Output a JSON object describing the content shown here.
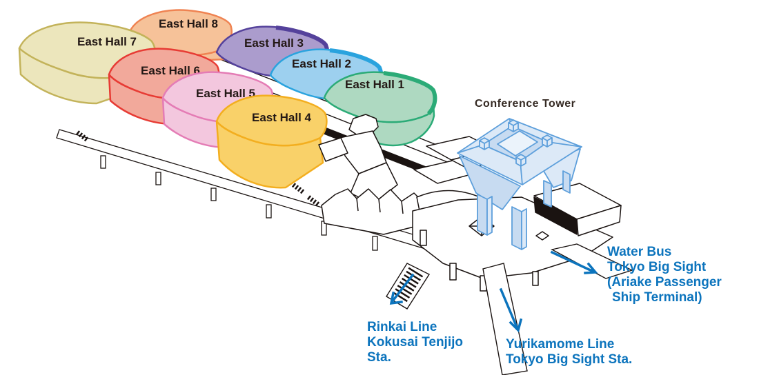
{
  "canvas": {
    "background": "#ffffff"
  },
  "accent": {
    "transit_blue": "#0c74bd",
    "label_dark": "#231815",
    "outline_black": "#1a1311",
    "white": "#ffffff"
  },
  "halls": [
    {
      "id": "east-hall-1",
      "label": "East Hall 1",
      "fill": "#aed9c1",
      "stroke": "#2bab77"
    },
    {
      "id": "east-hall-2",
      "label": "East Hall 2",
      "fill": "#9dd0ef",
      "stroke": "#2aa3de"
    },
    {
      "id": "east-hall-3",
      "label": "East Hall 3",
      "fill": "#ab9ccd",
      "stroke": "#54419b"
    },
    {
      "id": "east-hall-4",
      "label": "East Hall 4",
      "fill": "#f9d169",
      "stroke": "#f3ae1f"
    },
    {
      "id": "east-hall-5",
      "label": "East Hall 5",
      "fill": "#f3c7de",
      "stroke": "#e47cb5"
    },
    {
      "id": "east-hall-6",
      "label": "East Hall 6",
      "fill": "#f2a99b",
      "stroke": "#e73b34"
    },
    {
      "id": "east-hall-7",
      "label": "East Hall 7",
      "fill": "#ece6bc",
      "stroke": "#c3b35a"
    },
    {
      "id": "east-hall-8",
      "label": "East Hall 8",
      "fill": "#f6c299",
      "stroke": "#ef8352"
    }
  ],
  "conference_tower": {
    "label": "Conference Tower",
    "label_color": "#352a23",
    "fill": "#dce9f7",
    "facet_fill": "#c7dbf1",
    "inner_fill": "#ebf3fb",
    "stroke": "#5d9fdb"
  },
  "transit": [
    {
      "id": "rinkai-line",
      "lines": [
        "Rinkai Line",
        "Kokusai Tenjijo",
        "Sta."
      ]
    },
    {
      "id": "yurikamome-line",
      "lines": [
        "Yurikamome Line",
        "Tokyo Big Sight Sta."
      ]
    },
    {
      "id": "water-bus",
      "lines": [
        "Water Bus",
        "Tokyo Big Sight",
        "(Ariake Passenger",
        "Ship Terminal)"
      ]
    }
  ]
}
